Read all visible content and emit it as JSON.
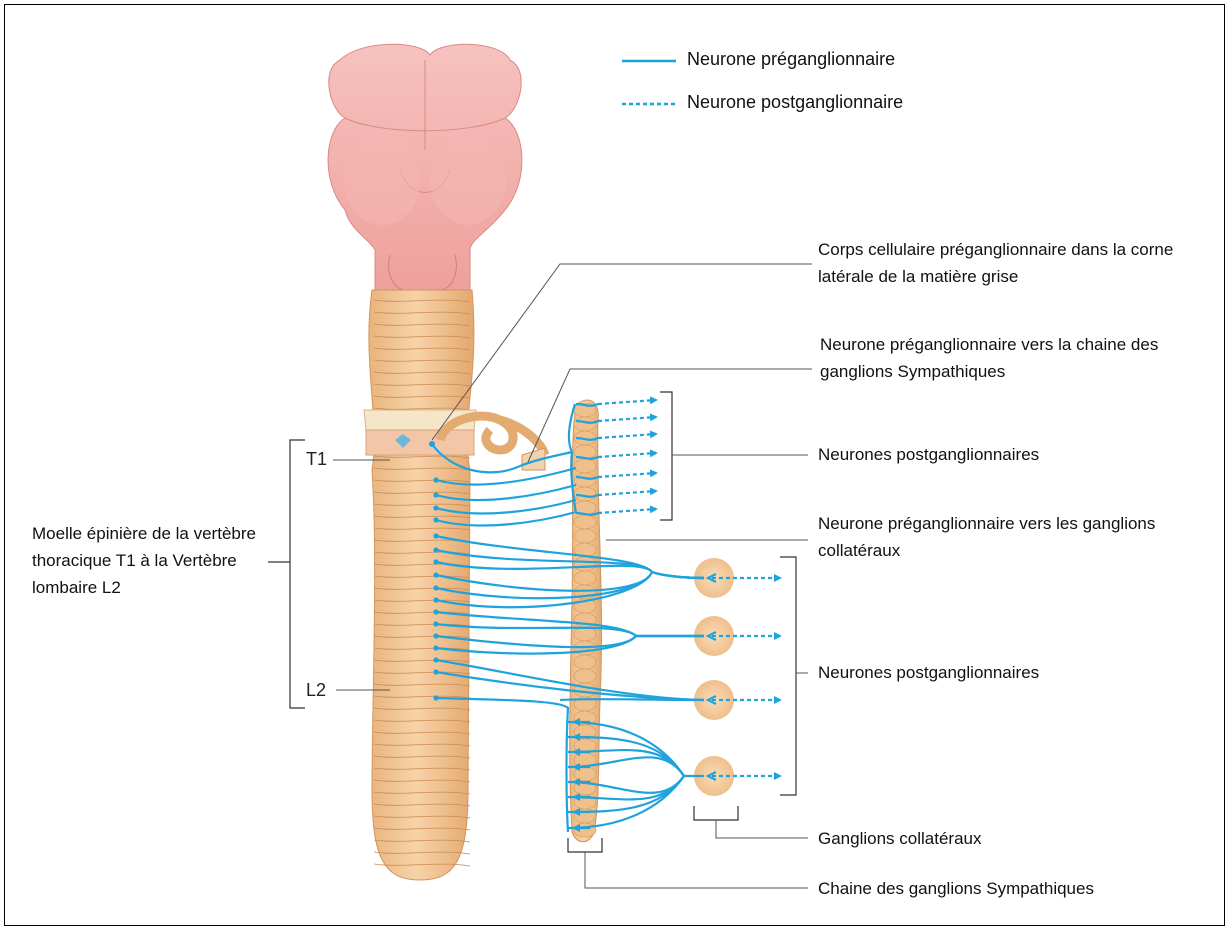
{
  "legend": {
    "preganglionic": "Neurone préganglionnaire",
    "postganglionic": "Neurone postganglionnaire"
  },
  "vertebra_labels": {
    "t1": "T1",
    "l2": "L2"
  },
  "labels": {
    "spinal_cord": "Moelle épinière de la vertèbre thoracique T1 à la Vertèbre lombaire L2",
    "cell_body": "Corps cellulaire préganglionnaire dans la corne latérale de la matière grise",
    "pre_to_chain": "Neurone préganglionnaire vers la chaine des ganglions Sympathiques",
    "post_upper": "Neurones postganglionnaires",
    "pre_to_collateral": "Neurone préganglionnaire vers les ganglions collatéraux",
    "post_lower": "Neurones postganglionnaires",
    "collateral_ganglia": "Ganglions collatéraux",
    "sympathetic_chain": "Chaine des ganglions Sympathiques"
  },
  "colors": {
    "neuron": "#1fa3dc",
    "tissue": "#f3c99b",
    "brainstem": "#f2a8a4",
    "leader": "#555555"
  }
}
